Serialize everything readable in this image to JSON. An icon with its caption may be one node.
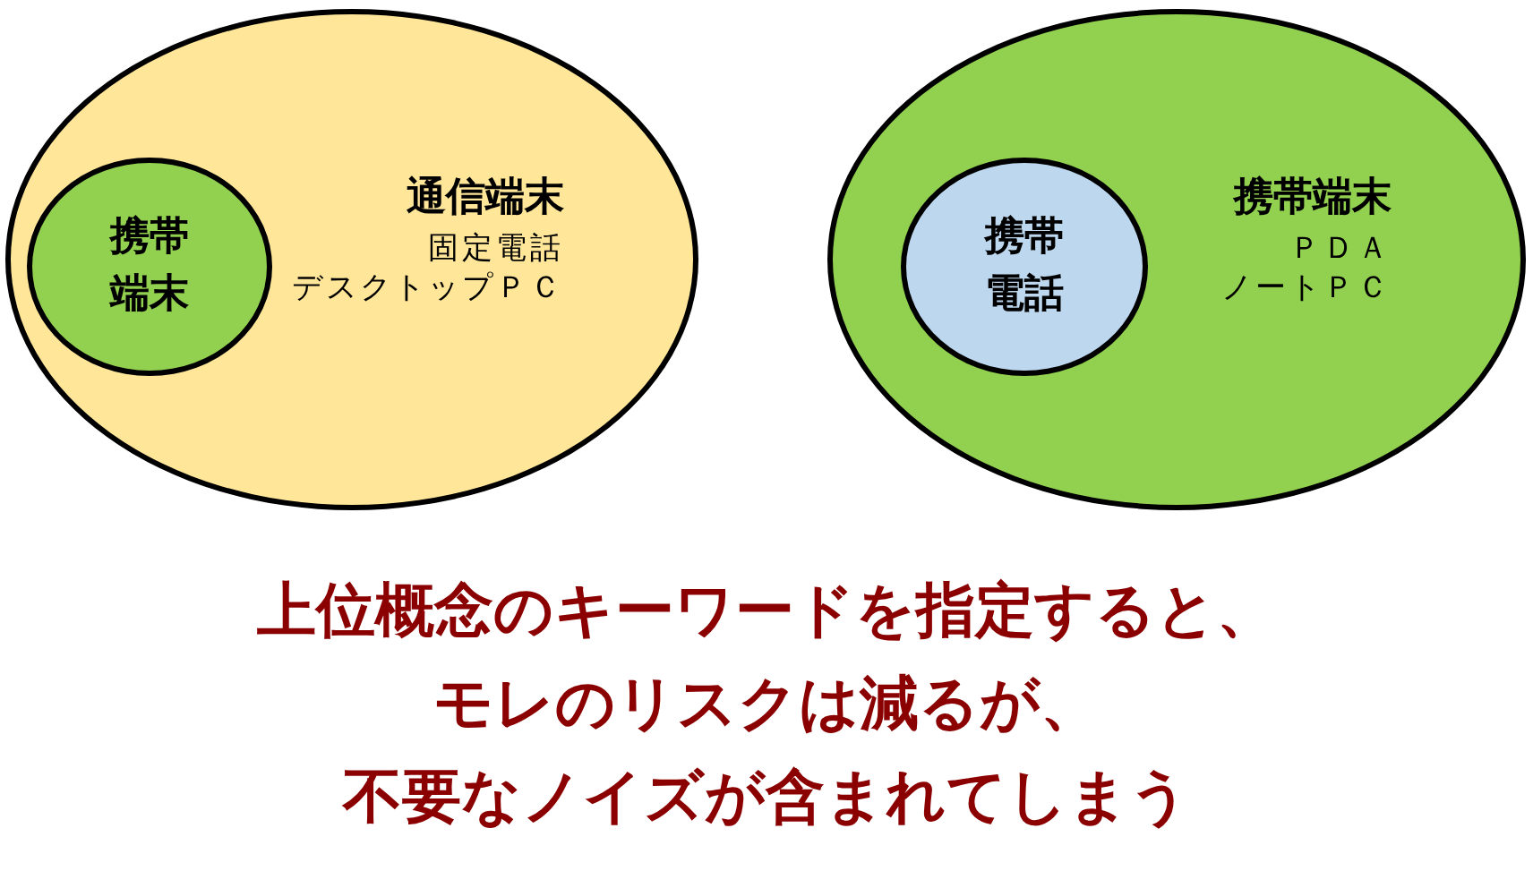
{
  "diagram": {
    "nodes": [
      {
        "text": [
          "通信端末",
          "固定電話",
          "デスクトップＰＣ"
        ]
      },
      {
        "text": [
          "携帯端末"
        ],
        "in": 0
      },
      {
        "text": [
          "携帯端末",
          "ＰＤＡ",
          "ノートＰＣ"
        ]
      },
      {
        "text": [
          "携帯電話"
        ],
        "in": 2
      }
    ],
    "labels": [
      "上位概念のキーワードを指定すると、",
      "モレのリスクは減るが、",
      "不要なノイズが含まれてしまう"
    ]
  }
}
